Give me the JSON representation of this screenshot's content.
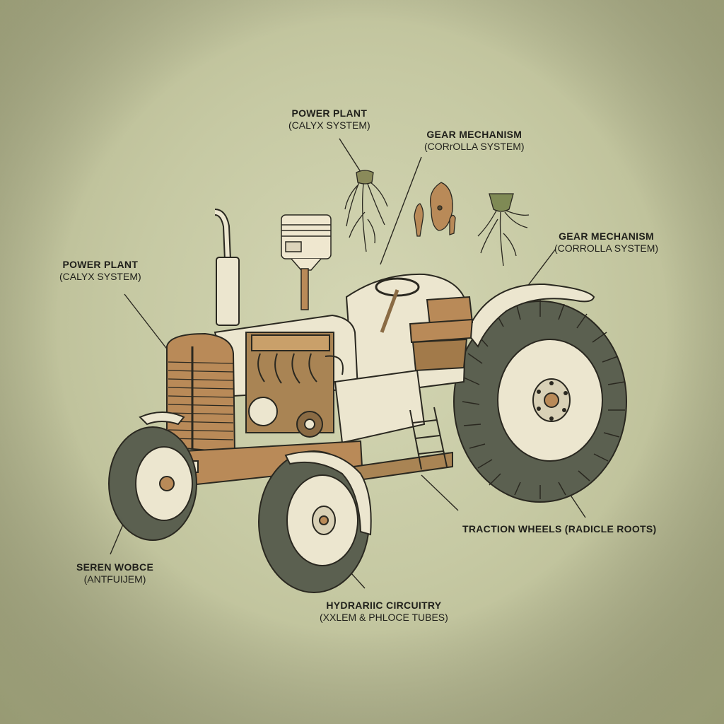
{
  "colors": {
    "background": "#c6c9a3",
    "tire": "#5b6050",
    "rim": "#ece6cf",
    "brown": "#a98454",
    "outline": "#2a2820"
  },
  "labels": {
    "top_power_plant": {
      "title": "POWER PLANT",
      "sub": "(CALYX SYSTEM)"
    },
    "top_gear_mechanism": {
      "title": "GEAR MECHANISM",
      "sub": "(CORrOLLA SYSTEM)"
    },
    "right_gear_mechanism": {
      "title": "GEAR MECHANISM",
      "sub": "(CORROLLA SYSTEM)"
    },
    "left_power_plant": {
      "title": "POWER PLANT",
      "sub": "(CALYX SYSTEM)"
    },
    "traction_wheels": {
      "title": "TRACTION WHEELS (RADICLE ROOTS)"
    },
    "bottom_left": {
      "title": "SEREN WOBCE",
      "sub": "(ANTFUIJEM)"
    },
    "hydraulic": {
      "title": "HYDRARIIC CIRCUITRY",
      "sub": "(XXLEM & PHLOCE TUBES)"
    }
  },
  "illustration": {
    "subject": "tractor-cutaway",
    "floating_parts": [
      "piston",
      "root-bulb",
      "seed-pods",
      "leaf-pod",
      "root-cup"
    ]
  }
}
